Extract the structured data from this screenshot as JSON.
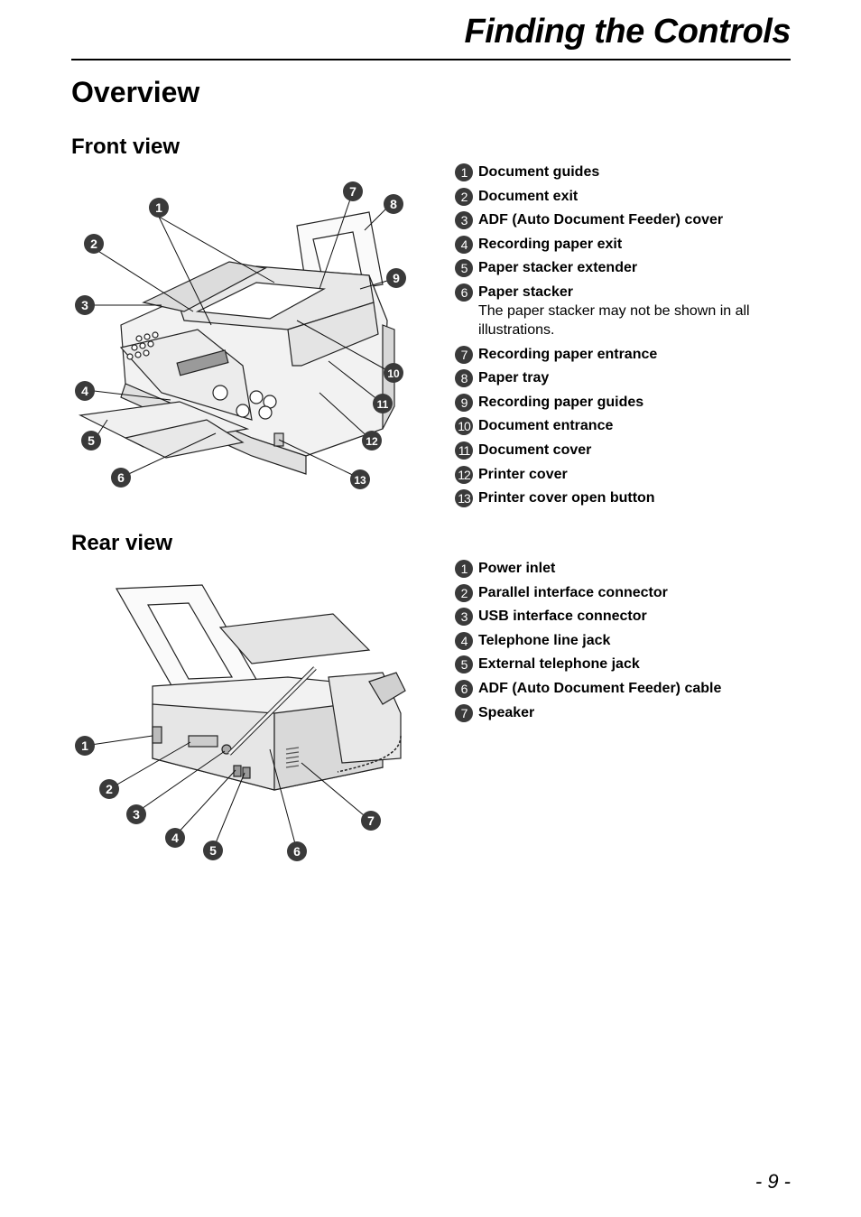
{
  "header": {
    "title": "Finding the Controls"
  },
  "section_title": "Overview",
  "front_view": {
    "heading": "Front view",
    "items": [
      {
        "num": "1",
        "label": "Document guides"
      },
      {
        "num": "2",
        "label": "Document exit"
      },
      {
        "num": "3",
        "label": "ADF (Auto Document Feeder) cover"
      },
      {
        "num": "4",
        "label": "Recording paper exit"
      },
      {
        "num": "5",
        "label": "Paper stacker extender"
      },
      {
        "num": "6",
        "label": "Paper stacker",
        "note": "The paper stacker may not be shown in all illustrations."
      },
      {
        "num": "7",
        "label": "Recording paper entrance"
      },
      {
        "num": "8",
        "label": "Paper tray"
      },
      {
        "num": "9",
        "label": "Recording paper guides"
      },
      {
        "num": "10",
        "label": "Document entrance"
      },
      {
        "num": "11",
        "label": "Document cover"
      },
      {
        "num": "12",
        "label": "Printer cover"
      },
      {
        "num": "13",
        "label": "Printer cover open button"
      }
    ]
  },
  "rear_view": {
    "heading": "Rear view",
    "items": [
      {
        "num": "1",
        "label": "Power inlet"
      },
      {
        "num": "2",
        "label": "Parallel interface connector"
      },
      {
        "num": "3",
        "label": "USB interface connector"
      },
      {
        "num": "4",
        "label": "Telephone line jack"
      },
      {
        "num": "5",
        "label": "External telephone jack"
      },
      {
        "num": "6",
        "label": "ADF (Auto Document Feeder) cable"
      },
      {
        "num": "7",
        "label": "Speaker"
      }
    ]
  },
  "page_number": "- 9 -"
}
